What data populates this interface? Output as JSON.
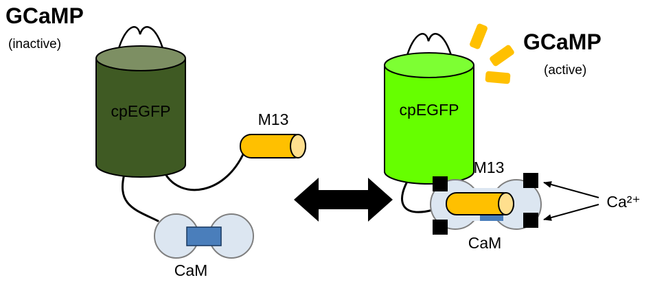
{
  "left": {
    "title": "GCaMP",
    "state": "(inactive)",
    "cpegfp": "cpEGFP",
    "m13": "M13",
    "cam": "CaM"
  },
  "right": {
    "title": "GCaMP",
    "state": "(active)",
    "cpegfp": "cpEGFP",
    "m13": "M13",
    "cam": "CaM",
    "calcium": "Ca²⁺"
  },
  "colors": {
    "inactive_body": "#3f5a23",
    "inactive_top": "#7d8f63",
    "active_body": "#66ff00",
    "active_top": "#7dff33",
    "m13_body": "#ffc000",
    "m13_cap": "#ffdf8e",
    "cam_lobe": "#dce6f1",
    "cam_lobe_stroke": "#7f7f7f",
    "cam_linker": "#4a7ebb",
    "flash": "#ffc000",
    "ink": "#000000"
  }
}
